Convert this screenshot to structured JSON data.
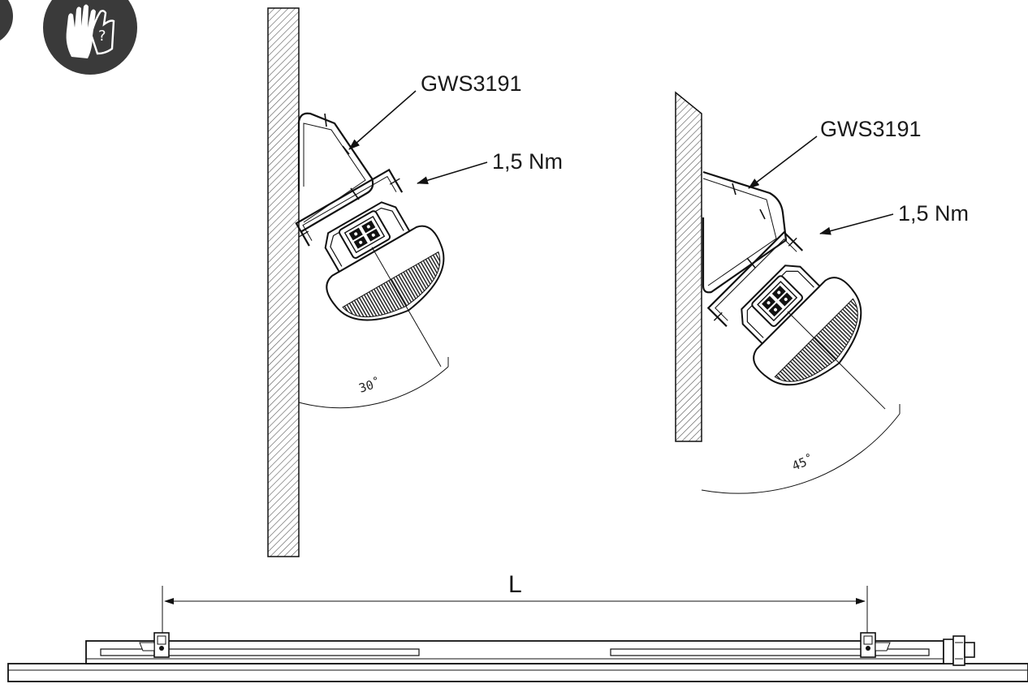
{
  "icons": {
    "icon_left": "circle-partial-icon",
    "icon_right": "gloves-icon"
  },
  "colors": {
    "icon_fill": "#3a3a3a",
    "line": "#111111",
    "hatch": "#555555"
  },
  "left_view": {
    "part_label": "GWS3191",
    "torque_label": "1,5 Nm",
    "angle_label": "30˚"
  },
  "right_view": {
    "part_label": "GWS3191",
    "torque_label": "1,5 Nm",
    "angle_label": "45˚"
  },
  "bottom_view": {
    "dimension_label": "L"
  }
}
